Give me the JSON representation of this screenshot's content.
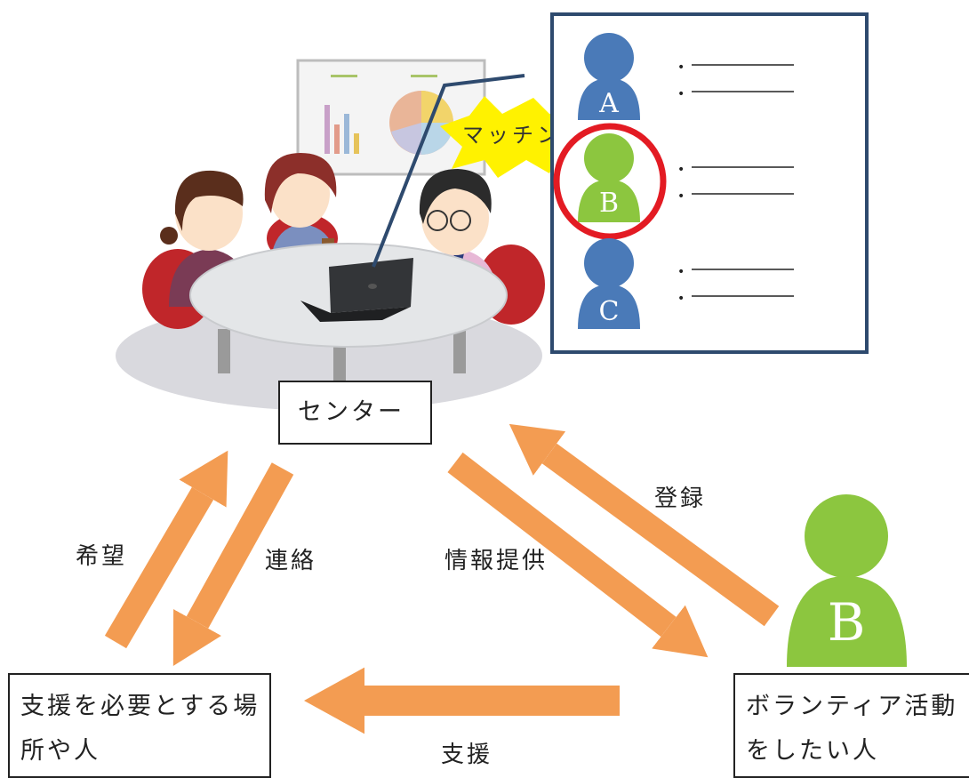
{
  "center_box": {
    "label": "センター"
  },
  "support_place_box": {
    "line1": "支援を必要とする場",
    "line2": "所や人"
  },
  "volunteer_box": {
    "line1": "ボランティア活動",
    "line2": "をしたい人"
  },
  "arrows": {
    "wish": "希望",
    "contact": "連絡",
    "info": "情報提供",
    "register": "登録",
    "support": "支援"
  },
  "matching_label": "マッチング",
  "panel": {
    "people": [
      {
        "letter": "A",
        "color": "#4a7ab8"
      },
      {
        "letter": "B",
        "color": "#8cc63f"
      },
      {
        "letter": "C",
        "color": "#4a7ab8"
      }
    ],
    "border_color": "#2e4a6e",
    "highlight_color": "#e31b23"
  },
  "volunteer_figure": {
    "letter": "B",
    "color": "#8cc63f"
  },
  "colors": {
    "arrow": "#f39c52"
  }
}
